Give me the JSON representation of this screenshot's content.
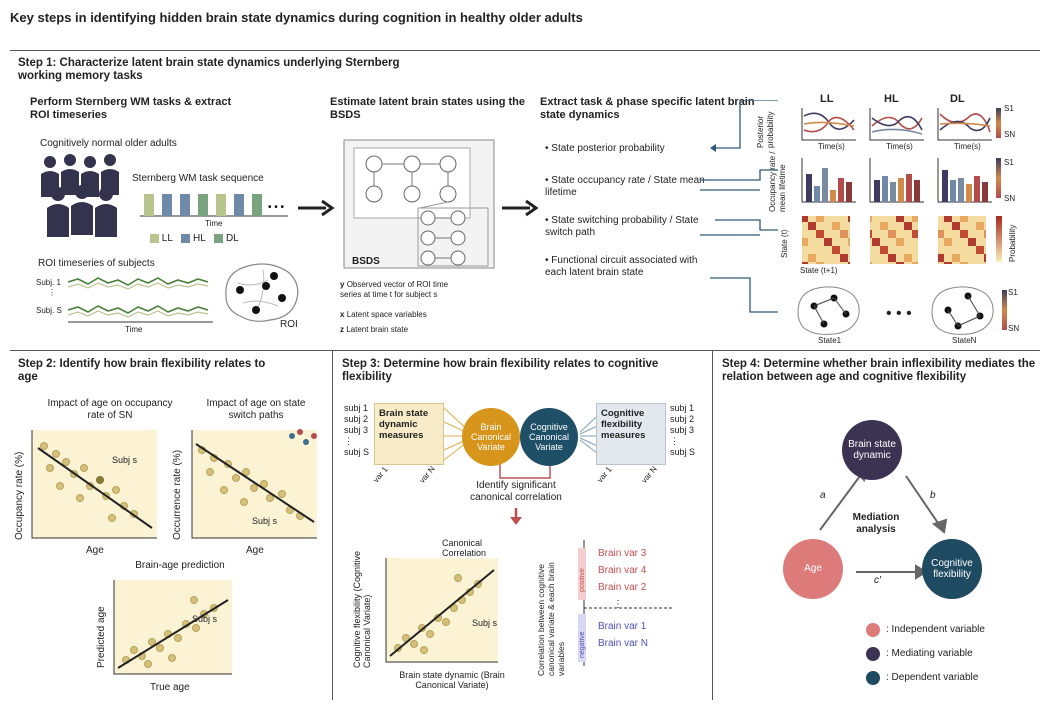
{
  "title": "Key steps in identifying hidden brain state dynamics during cognition in healthy older adults",
  "colors": {
    "ll": "#b9c48e",
    "hl": "#6f8aa8",
    "dl": "#7aa37f",
    "state_dark": "#3f3a5f",
    "state_red": "#b44c4c",
    "state_orange": "#cf8a4c",
    "canonical_brain": "#d7951c",
    "canonical_cog": "#1f4e67",
    "med_age": "#dd7a7a",
    "med_brain": "#3c3352",
    "med_cog": "#1e4a62",
    "brainvar_pos": "#c85050",
    "brainvar_neg": "#5050c0",
    "scatter_fill": "#fbf3d4",
    "point": "#d4c07a"
  },
  "step1": {
    "heading": "Step 1: Characterize latent brain state dynamics underlying Sternberg working memory tasks",
    "col1_title": "Perform Sternberg WM tasks & extract ROI timeseries",
    "subjects_label": "Cognitively normal older adults",
    "task_seq_label": "Sternberg WM task sequence",
    "time_label": "Time",
    "legend": [
      "LL",
      "HL",
      "DL"
    ],
    "roi_label": "ROI timeseries of subjects",
    "subj1": "Subj. 1",
    "subjS": "Subj. S",
    "roi_text": "ROI",
    "col2_title": "Estimate latent brain states using the BSDS",
    "bsds_label": "BSDS",
    "defs": [
      {
        "sym": "y",
        "text": "Observed vector of ROI time series at time t for subject s"
      },
      {
        "sym": "x",
        "text": "Latent space variables"
      },
      {
        "sym": "z",
        "text": "Latent brain state"
      }
    ],
    "col3_title": "Extract task & phase specific latent brain state dynamics",
    "bullets": [
      "State posterior probability",
      "State occupancy rate / State mean lifetime",
      "State switching probability / State switch path",
      "Functional circuit associated with each latent brain state"
    ],
    "col_headers": [
      "LL",
      "HL",
      "DL"
    ],
    "y_row1": "Posterior probability",
    "y_row2": "Occupancy rate / mean lifetime",
    "y_row3": "State (t)",
    "x_row1": "Time(s)",
    "x_row3": "State (t+1)",
    "prob_label": "Probability",
    "s1": "S1",
    "sn": "SN",
    "state1": "State1",
    "staten": "StateN"
  },
  "step2": {
    "heading": "Step 2: Identify how brain flexibility relates to age",
    "plot1_title": "Impact of age on occupancy rate of SN",
    "plot1_ylabel": "Occupancy rate (%)",
    "plot2_title": "Impact of age on state switch paths",
    "plot2_ylabel": "Occurrence rate (%)",
    "xlabel": "Age",
    "subj_s": "Subj s",
    "plot3_title": "Brain-age prediction",
    "plot3_ylabel": "Predicted age",
    "plot3_xlabel": "True age"
  },
  "step3": {
    "heading": "Step 3: Determine how brain flexibility relates to cognitive flexibility",
    "left_box": "Brain state dynamic measures",
    "right_box": "Cognitive flexibility measures",
    "brain_cv": "Brain Canonical Variate",
    "cog_cv": "Cognitive Canonical Variate",
    "subj_labels": [
      "subj 1",
      "subj 2",
      "subj 3",
      "subj S"
    ],
    "var1": "var 1",
    "varN": "var N",
    "identify": "Identify significant canonical correlation",
    "canon_corr": "Canonical Correlation",
    "scatter_ylabel": "Cognitive flexibility (Cognitive Canonical Variate)",
    "scatter_xlabel": "Brain state dynamic (Brain Canonical Variate)",
    "subj_s": "Subj s",
    "corr_ylabel": "Correlation between cognitive canonical variate & each brain variables",
    "brain_vars_pos": [
      "Brain var 3",
      "Brain var 4",
      "Brain var 2"
    ],
    "brain_vars_neg": [
      "Brain var 1",
      "Brain var N"
    ],
    "positive": "positive",
    "negative": "negative"
  },
  "step4": {
    "heading": "Step 4: Determine whether brain inflexibility mediates the relation between age and cognitive flexibility",
    "brain_node": "Brain state dynamic",
    "age_node": "Age",
    "cog_node": "Cognitive flexibility",
    "mediation": "Mediation analysis",
    "path_a": "a",
    "path_b": "b",
    "path_c": "c'",
    "legend": [
      {
        "label": ": Independent variable",
        "color": "#dd7a7a"
      },
      {
        "label": ": Mediating variable",
        "color": "#3c3352"
      },
      {
        "label": ": Dependent variable",
        "color": "#1e4a62"
      }
    ]
  }
}
